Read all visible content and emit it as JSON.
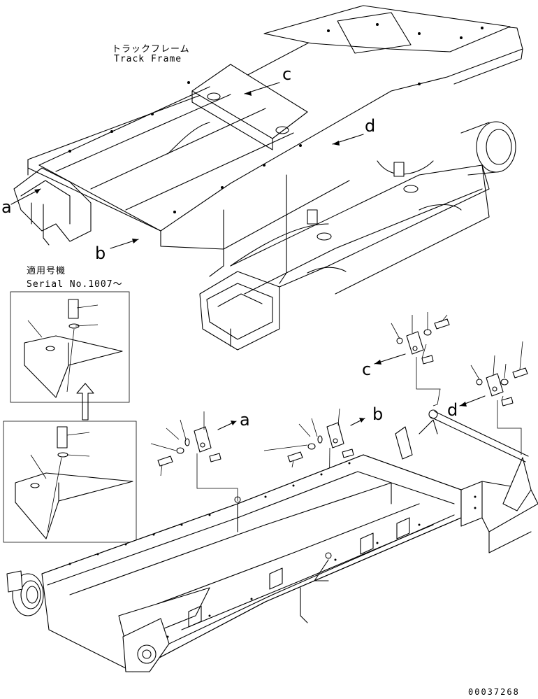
{
  "labels": {
    "track_frame_jp": "トラックフレーム",
    "track_frame_en": "Track Frame",
    "serial_jp": "適用号機",
    "serial_en": "Serial No.1007～",
    "drawing_number": "00037268"
  },
  "callouts": {
    "a": "a",
    "b": "b",
    "c": "c",
    "d": "d"
  }
}
